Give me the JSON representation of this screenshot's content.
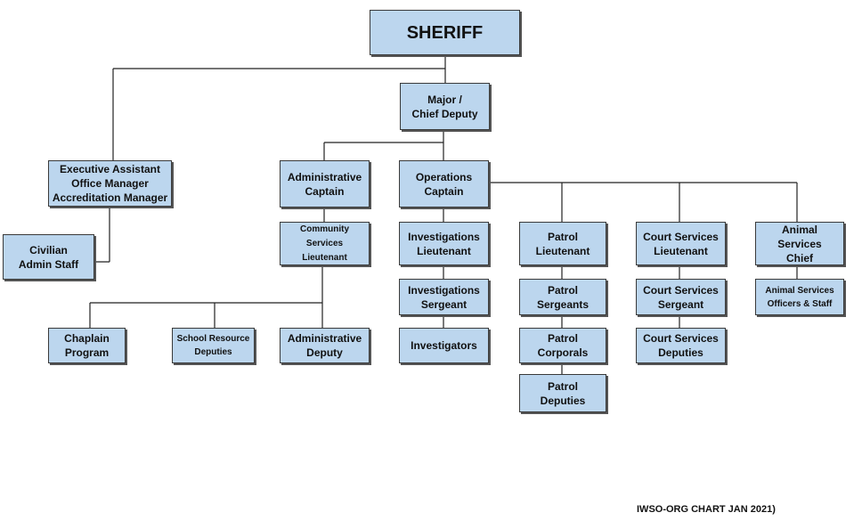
{
  "chart": {
    "sheriff": "SHERIFF",
    "chief_deputy": "Major /\nChief  Deputy",
    "exec_assistant": "Executive Assistant\nOffice Manager\nAccreditation Manager",
    "civilian_staff": "Civilian\nAdmin  Staff",
    "admin_captain": "Administrative\nCaptain",
    "ops_captain": "Operations\nCaptain",
    "community_services_lt": "Community Services\nLieutenant",
    "chaplain": "Chaplain\nProgram",
    "school_resource": "School Resource\nDeputies",
    "admin_deputy": "Administrative\nDeputy",
    "investigations_lt": "Investigations\nLieutenant",
    "investigations_sgt": "Investigations\nSergeant",
    "investigators": "Investigators",
    "patrol_lt": "Patrol\nLieutenant",
    "patrol_sgts": "Patrol Sergeants",
    "patrol_corporals": "Patrol\nCorporals",
    "patrol_deputies": "Patrol\nDeputies",
    "court_lt": "Court Services\nLieutenant",
    "court_sgt": "Court Services\nSergeant",
    "court_deputies": "Court Services\nDeputies",
    "animal_chief": "Animal Services\nChief",
    "animal_staff": "Animal Services\nOfficers & Staff"
  },
  "footer": "IWSO-ORG CHART JAN 2021)",
  "colors": {
    "box_fill": "#bcd6ee",
    "box_border": "#3a3a3a",
    "line": "#222222"
  }
}
